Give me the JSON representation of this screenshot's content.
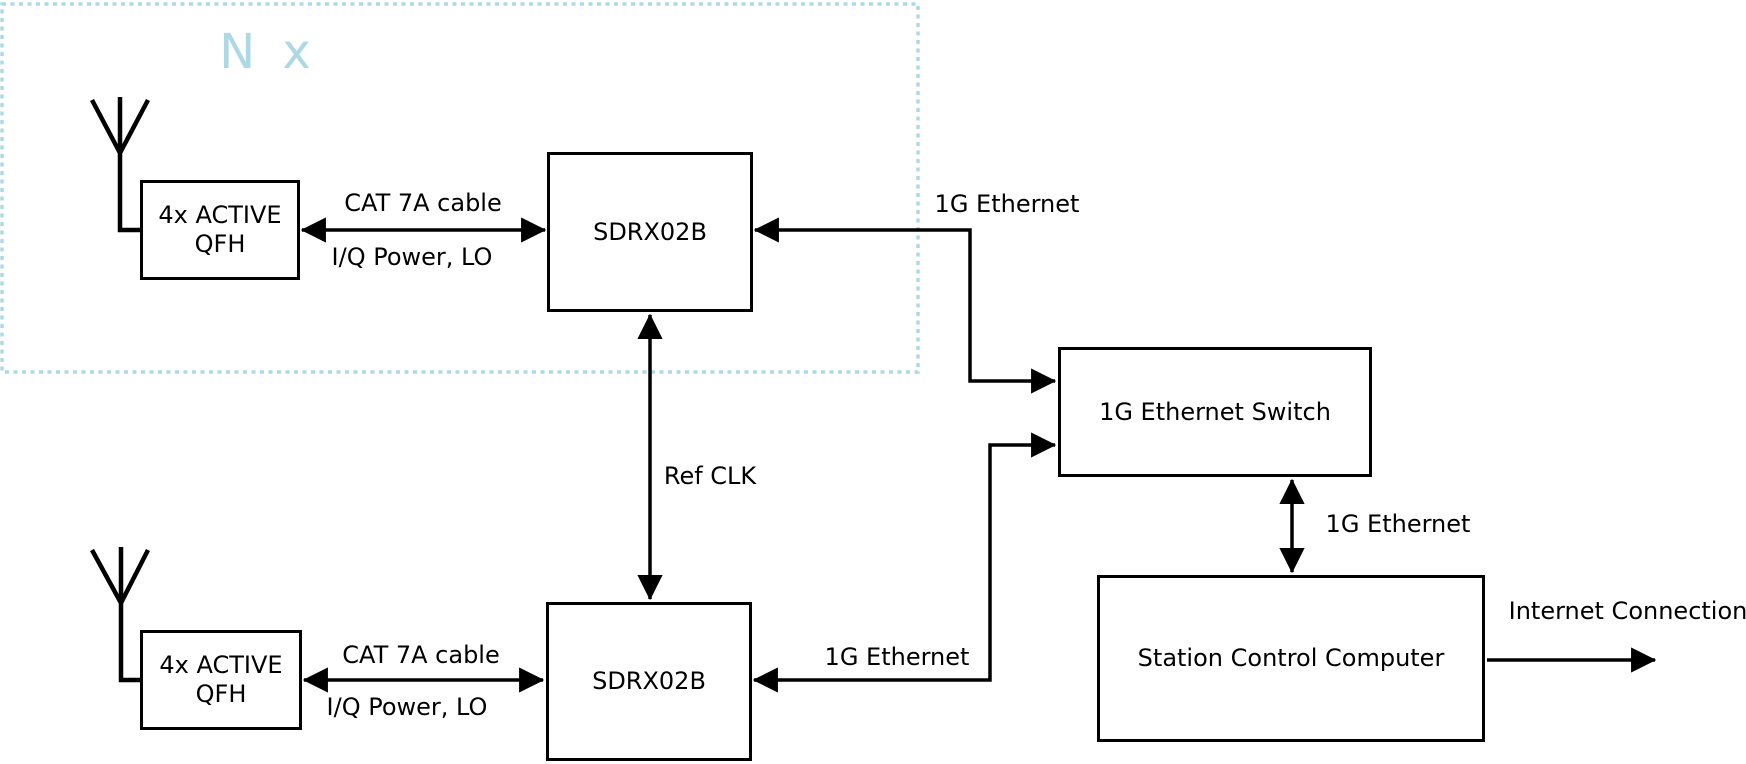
{
  "diagram": {
    "group_label": "N x",
    "nodes": {
      "qfh_top": {
        "line1": "4x ACTIVE",
        "line2": "QFH"
      },
      "sdrx_top": {
        "label": "SDRX02B"
      },
      "qfh_bottom": {
        "line1": "4x ACTIVE",
        "line2": "QFH"
      },
      "sdrx_bottom": {
        "label": "SDRX02B"
      },
      "ethernet_switch": {
        "label": "1G Ethernet Switch"
      },
      "station_computer": {
        "label": "Station Control Computer"
      }
    },
    "edges": {
      "cat7a_top_above": "CAT 7A cable",
      "cat7a_top_below": "I/Q Power, LO",
      "eth_top": "1G Ethernet",
      "ref_clk": "Ref CLK",
      "cat7a_bottom_above": "CAT 7A cable",
      "cat7a_bottom_below": "I/Q Power, LO",
      "eth_bottom": "1G Ethernet",
      "eth_switch_station": "1G Ethernet",
      "internet": "Internet Connection"
    },
    "colors": {
      "accent_blue": "#add8e6",
      "line_black": "#000000"
    }
  }
}
